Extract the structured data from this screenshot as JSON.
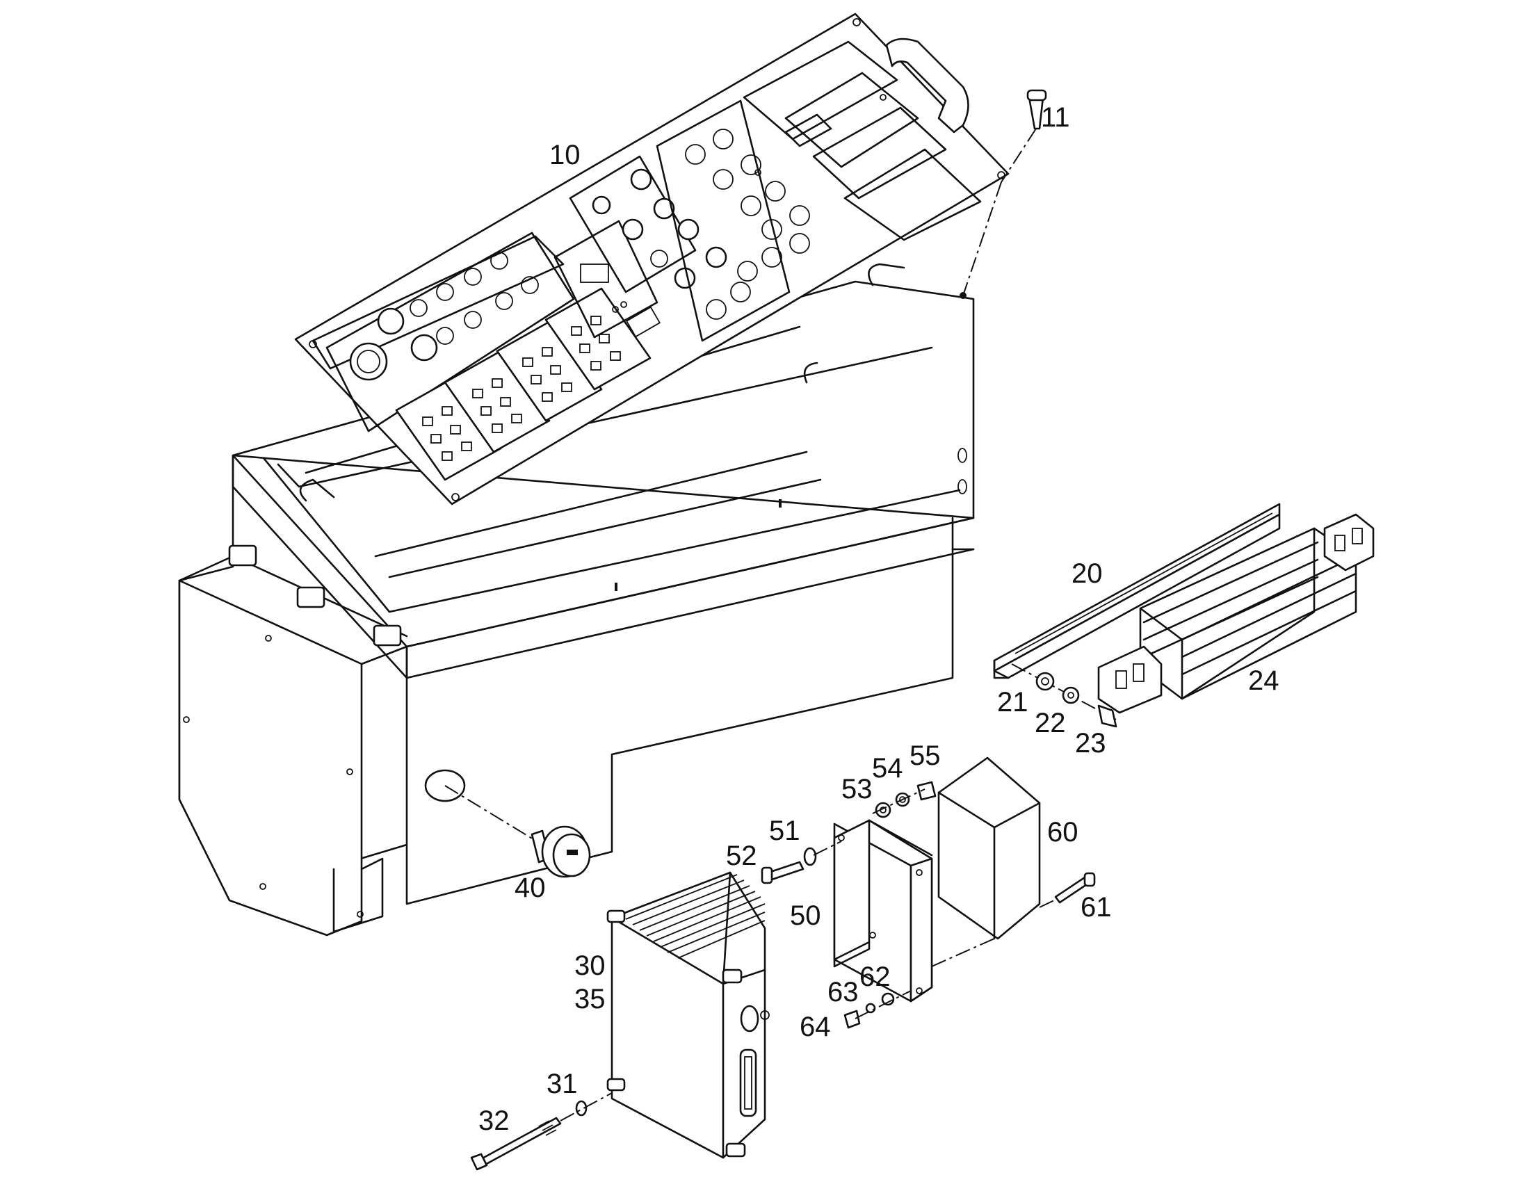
{
  "callouts": [
    {
      "id": "c10",
      "text": "10"
    },
    {
      "id": "c11",
      "text": "11"
    },
    {
      "id": "c20",
      "text": "20"
    },
    {
      "id": "c21",
      "text": "21"
    },
    {
      "id": "c22",
      "text": "22"
    },
    {
      "id": "c23",
      "text": "23"
    },
    {
      "id": "c24",
      "text": "24"
    },
    {
      "id": "c30",
      "text": "30"
    },
    {
      "id": "c35",
      "text": "35"
    },
    {
      "id": "c31",
      "text": "31"
    },
    {
      "id": "c32",
      "text": "32"
    },
    {
      "id": "c40",
      "text": "40"
    },
    {
      "id": "c50",
      "text": "50"
    },
    {
      "id": "c51",
      "text": "51"
    },
    {
      "id": "c52",
      "text": "52"
    },
    {
      "id": "c53",
      "text": "53"
    },
    {
      "id": "c54",
      "text": "54"
    },
    {
      "id": "c55",
      "text": "55"
    },
    {
      "id": "c60",
      "text": "60"
    },
    {
      "id": "c61",
      "text": "61"
    },
    {
      "id": "c62",
      "text": "62"
    },
    {
      "id": "c63",
      "text": "63"
    },
    {
      "id": "c64",
      "text": "64"
    }
  ],
  "colors": {
    "line": "#111111",
    "background": "#ffffff"
  }
}
